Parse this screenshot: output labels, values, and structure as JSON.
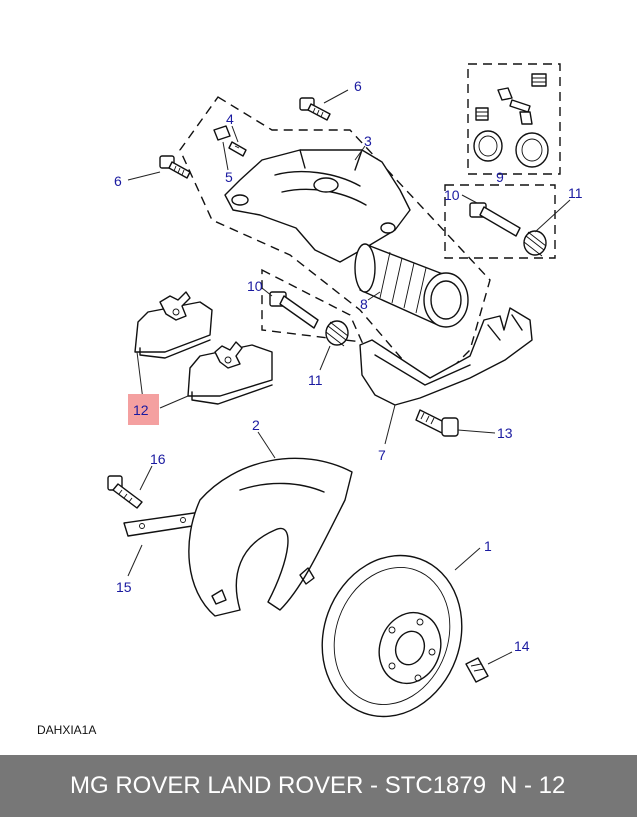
{
  "callouts": {
    "c1": "1",
    "c2": "2",
    "c3": "3",
    "c4": "4",
    "c5": "5",
    "c6a": "6",
    "c6b": "6",
    "c7": "7",
    "c8": "8",
    "c9": "9",
    "c10a": "10",
    "c10b": "10",
    "c11a": "11",
    "c11b": "11",
    "c12": "12",
    "c13": "13",
    "c14": "14",
    "c15": "15",
    "c16": "16"
  },
  "highlight_color": "#f4a0a0",
  "callout_color": "#1a1aa0",
  "diagram_code": "DAHXIA1A",
  "footer": {
    "title": "MG ROVER LAND ROVER - STC1879",
    "ref": "N - 12",
    "background": "#777777"
  }
}
